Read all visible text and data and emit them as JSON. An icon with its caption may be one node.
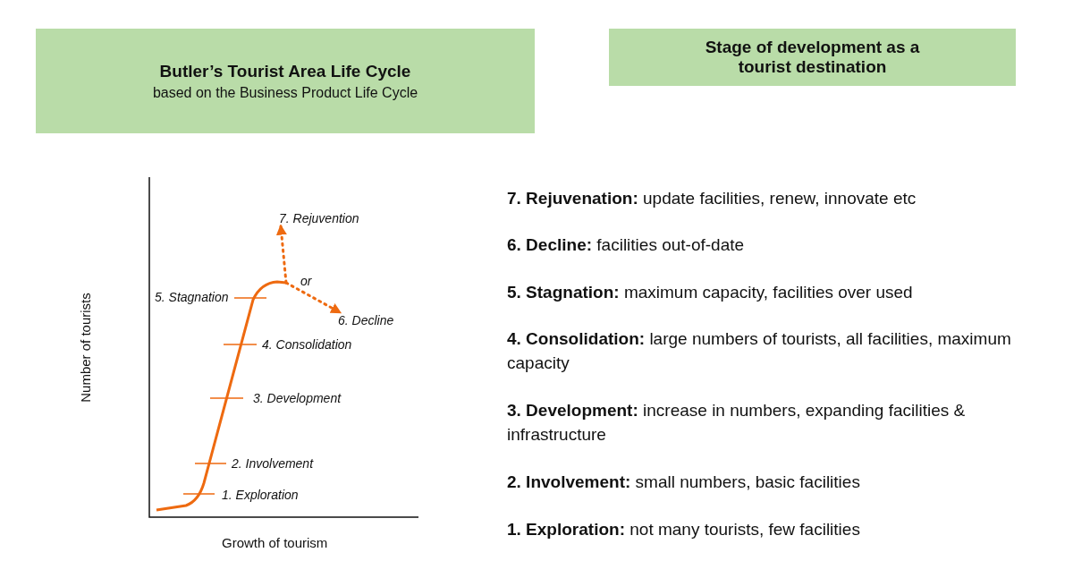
{
  "diagram": {
    "nodes": [
      {
        "text": [
          "Butler’s Tourist Area Life Cycle",
          "based on the Business Product Life Cycle"
        ]
      },
      {
        "text": [
          "Stage of development as a tourist destination"
        ]
      },
      {
        "text": [
          "7. Rejuvention"
        ]
      },
      {
        "text": [
          "6. Decline"
        ]
      },
      {
        "text": [],
        "shape": "picture"
      }
    ],
    "edges": [
      {
        "from": 4,
        "to": 2,
        "arrow": "to",
        "style": "dashed"
      },
      {
        "from": 4,
        "to": 3,
        "arrow": "to",
        "style": "dashed"
      }
    ],
    "labels": [
      "or",
      "5. Stagnation",
      "4. Consolidation",
      "3. Development",
      "2. Involvement",
      "1. Exploration",
      "Number of tourists",
      "Growth of tourism",
      "**7. Rejuvenation:** update facilities, renew, innovate etc",
      "**6. Decline:** facilities out-of-date",
      "**5. Stagnation:** maximum capacity, facilities over used",
      "**4. Consolidation:** large numbers of tourists, all facilities, maximum capacity",
      "**3. Development:** increase in numbers, expanding facilities & infrastructure",
      "**2. Involvement:** small numbers, basic facilities",
      "**1. Exploration:** not many tourists, few facilities"
    ]
  }
}
